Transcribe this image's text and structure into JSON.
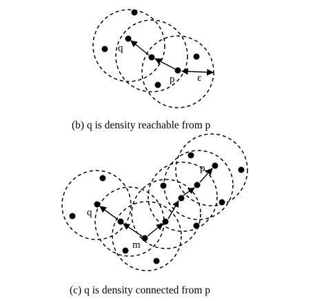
{
  "figure_b": {
    "caption": "(b) q is density reachable from p",
    "labels": {
      "q": "q",
      "p": "p",
      "eps": "ε"
    }
  },
  "figure_c": {
    "caption": "(c) q is density connected from p",
    "labels": {
      "q": "q",
      "m": "m",
      "p": "p"
    }
  }
}
